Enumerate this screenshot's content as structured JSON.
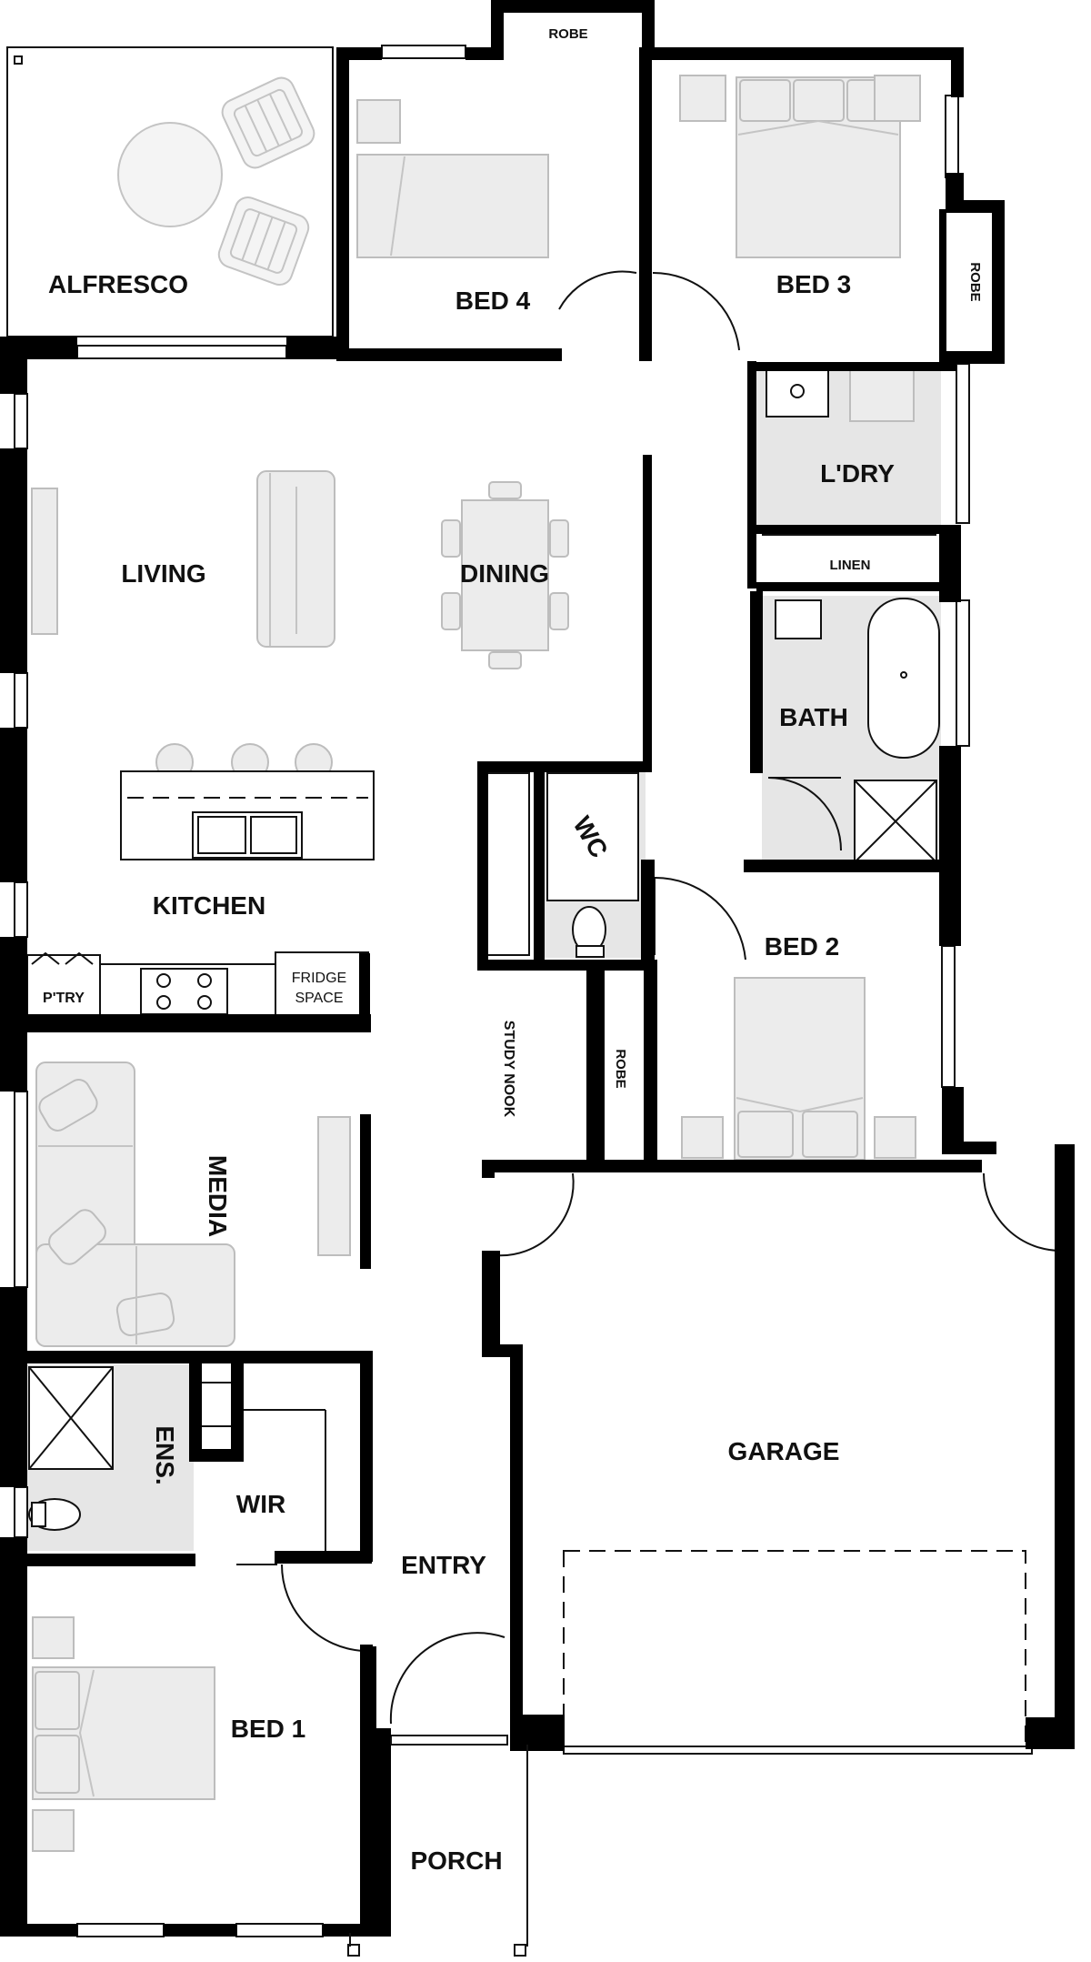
{
  "rooms": {
    "alfresco": "ALFRESCO",
    "bed4": "BED 4",
    "robe_top": "ROBE",
    "bed3": "BED 3",
    "robe_bed3": "ROBE",
    "laundry": "L'DRY",
    "linen": "LINEN",
    "living": "LIVING",
    "dining": "DINING",
    "bath": "BATH",
    "wc": "WC",
    "kitchen": "KITCHEN",
    "bed2": "BED 2",
    "pantry": "P'TRY",
    "fridge_line1": "FRIDGE",
    "fridge_line2": "SPACE",
    "study_nook": "STUDY NOOK",
    "robe_bed2": "ROBE",
    "media": "MEDIA",
    "garage": "GARAGE",
    "ensuite": "ENS.",
    "wir": "WIR",
    "entry": "ENTRY",
    "bed1": "BED 1",
    "porch": "PORCH"
  }
}
